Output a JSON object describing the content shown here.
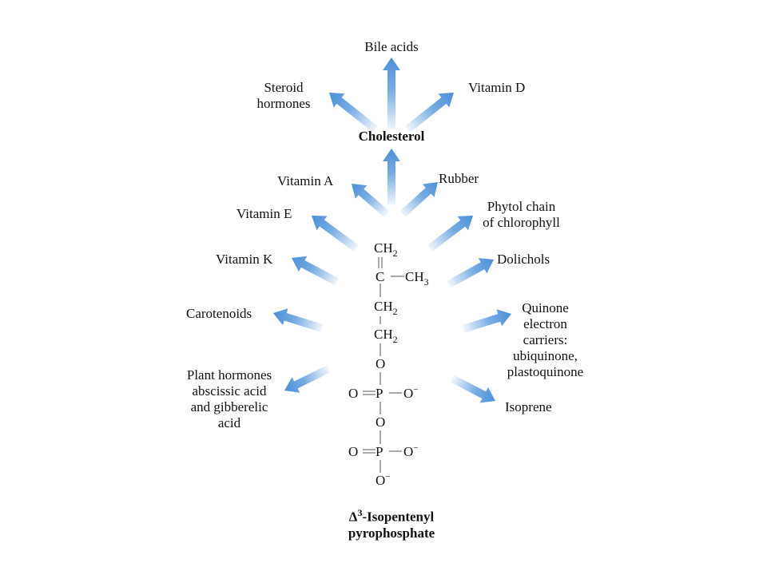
{
  "center": "Cholesterol",
  "cholesterol_products": {
    "bile_acids": "Bile acids",
    "steroid_hormones": [
      "Steroid",
      "hormones"
    ],
    "vitamin_d": "Vitamin D"
  },
  "products": {
    "vitamin_a": "Vitamin A",
    "rubber": "Rubber",
    "vitamin_e": "Vitamin E",
    "phytol": [
      "Phytol chain",
      "of chlorophyll"
    ],
    "vitamin_k": "Vitamin K",
    "dolichols": "Dolichols",
    "carotenoids": "Carotenoids",
    "quinone": [
      "Quinone",
      "electron",
      "carriers:",
      "ubiquinone,",
      "plastoquinone"
    ],
    "plant_hormones": [
      "Plant hormones",
      "abscissic acid",
      "and gibberelic",
      "acid"
    ],
    "isoprene": "Isoprene"
  },
  "molecule": {
    "ch2": "CH",
    "sub2": "2",
    "c": "C",
    "ch3": "CH",
    "sub3": "3",
    "o": "O",
    "p": "P",
    "minus": "−"
  },
  "title": {
    "delta": "Δ",
    "sup": "3",
    "line1": "-Isopentenyl",
    "line2": "pyrophosphate"
  },
  "colors": {
    "arrow": "#4a90d9",
    "text": "#111111"
  }
}
